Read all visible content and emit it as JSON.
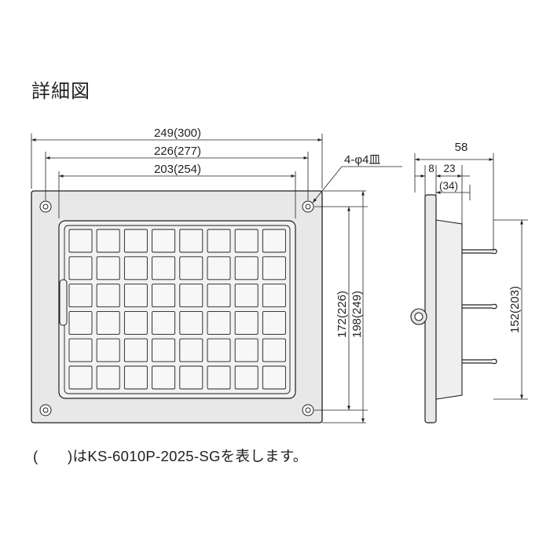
{
  "title": "詳細図",
  "front_view": {
    "width_outer": "249(300)",
    "width_mid": "226(277)",
    "width_inner": "203(254)",
    "height_inner": "172(226)",
    "height_outer": "198(249)",
    "screw_holes": "4-φ4皿"
  },
  "side_view": {
    "depth_total": "58",
    "flange": "8",
    "depth_body": "23",
    "depth_body_alt": "(34)",
    "height": "152(203)"
  },
  "caption": "(　　)はKS-6010P-2025-SGを表します。"
}
